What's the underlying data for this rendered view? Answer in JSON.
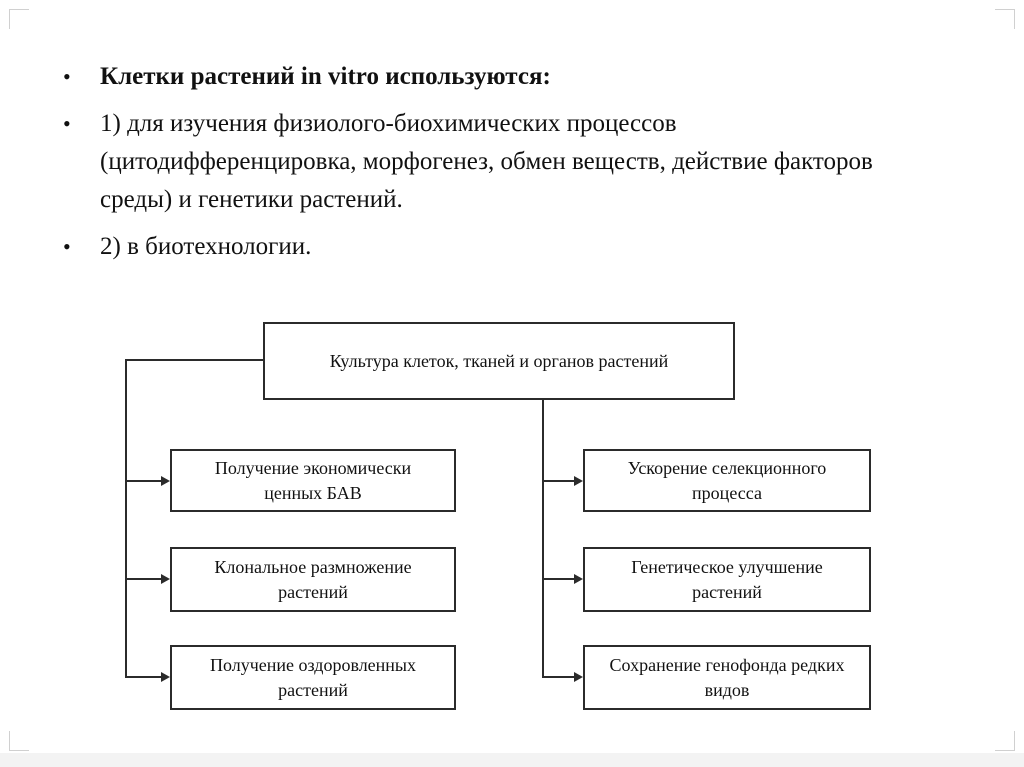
{
  "slide": {
    "bullet_char": "•",
    "bullets": [
      {
        "text": "Клетки растений in vitro используются:",
        "bold": true
      },
      {
        "text": "1) для изучения физиолого-биохимических процессов (цитодифференцировка, морфогенез, обмен веществ, действие факторов среды) и генетики растений.",
        "bold": false
      },
      {
        "text": "2) в биотехнологии.",
        "bold": false
      }
    ]
  },
  "diagram": {
    "root": "Культура клеток, тканей и органов растений",
    "left_branch": [
      "Получение экономически ценных БАВ",
      "Клональное размножение растений",
      "Получение оздоровленных растений"
    ],
    "right_branch": [
      "Ускорение селекционного процесса",
      "Генетическое улучшение растений",
      "Сохранение генофонда редких видов"
    ]
  }
}
